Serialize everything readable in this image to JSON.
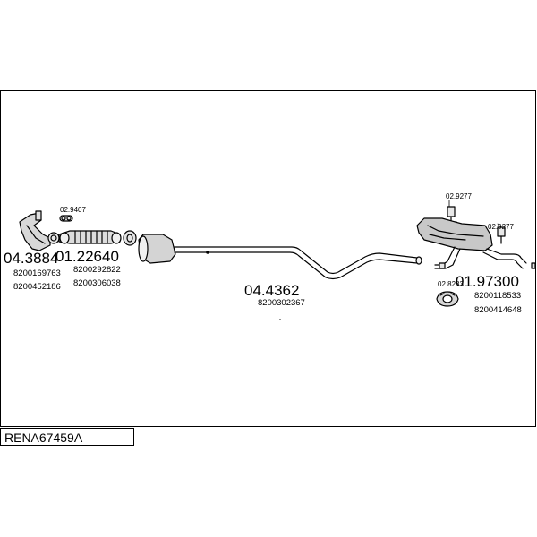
{
  "title": "RENA67459A",
  "groups": [
    {
      "part_number": "04.3884",
      "oem_refs": [
        "8200169763",
        "8200452186"
      ]
    },
    {
      "part_number": "01.22640",
      "oem_refs": [
        "8200292822",
        "8200306038"
      ],
      "fitting": "02.9407"
    },
    {
      "part_number": "04.4362",
      "oem_refs": [
        "8200302367"
      ]
    },
    {
      "part_number": "01.97300",
      "oem_refs": [
        "8200118533",
        "8200414648"
      ],
      "fittings": [
        "02.9277",
        "02.9277",
        "02.8283"
      ]
    }
  ]
}
